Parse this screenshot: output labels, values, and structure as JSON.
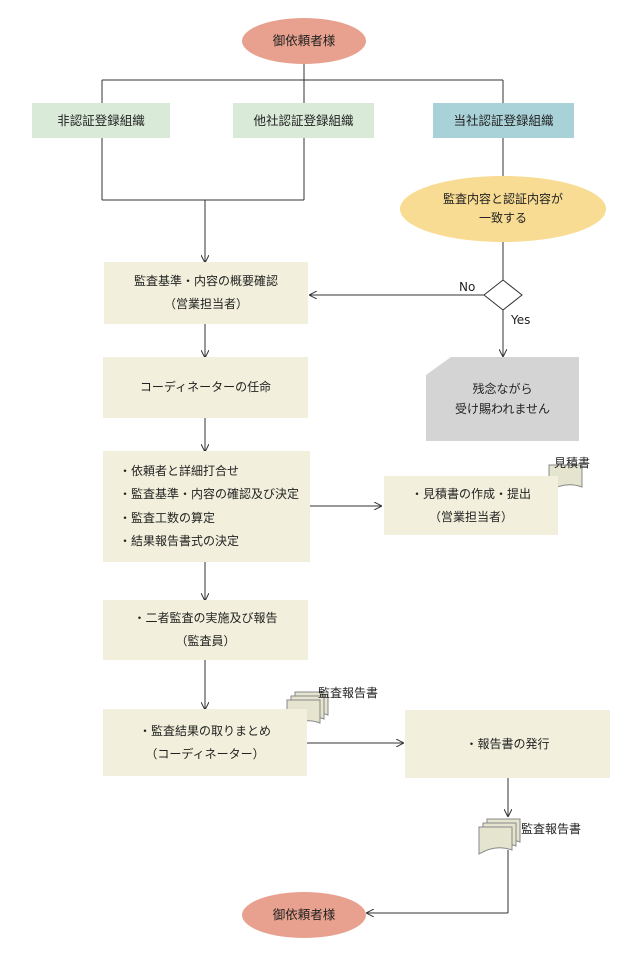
{
  "start": {
    "label": "御依頼者様"
  },
  "end": {
    "label": "御依頼者様"
  },
  "categories": {
    "non_certified": "非認証登録組織",
    "other_certified": "他社認証登録組織",
    "our_certified": "当社認証登録組織"
  },
  "decision": {
    "line1": "監査内容と認証内容が",
    "line2": "一致する"
  },
  "branch": {
    "no": "No",
    "yes": "Yes"
  },
  "rejected": {
    "line1": "残念ながら",
    "line2": "受け賜われません"
  },
  "steps": {
    "overview": {
      "line1": "監査基準・内容の概要確認",
      "line2": "（営業担当者）"
    },
    "coordinator": {
      "line1": "コーディネーターの任命"
    },
    "meeting": {
      "items": [
        "・依頼者と詳細打合せ",
        "・監査基準・内容の確認及び決定",
        "・監査工数の算定",
        "・結果報告書式の決定"
      ]
    },
    "estimate": {
      "line1": "・見積書の作成・提出",
      "line2": "（営業担当者）"
    },
    "audit": {
      "line1": "・二者監査の実施及び報告",
      "line2": "（監査員）"
    },
    "summary": {
      "line1": "・監査結果の取りまとめ",
      "line2": "（コーディネーター）"
    },
    "issue": {
      "line1": "・報告書の発行"
    }
  },
  "documents": {
    "estimate_doc": "見積書",
    "report_doc_1": "監査報告書",
    "report_doc_2": "監査報告書"
  }
}
